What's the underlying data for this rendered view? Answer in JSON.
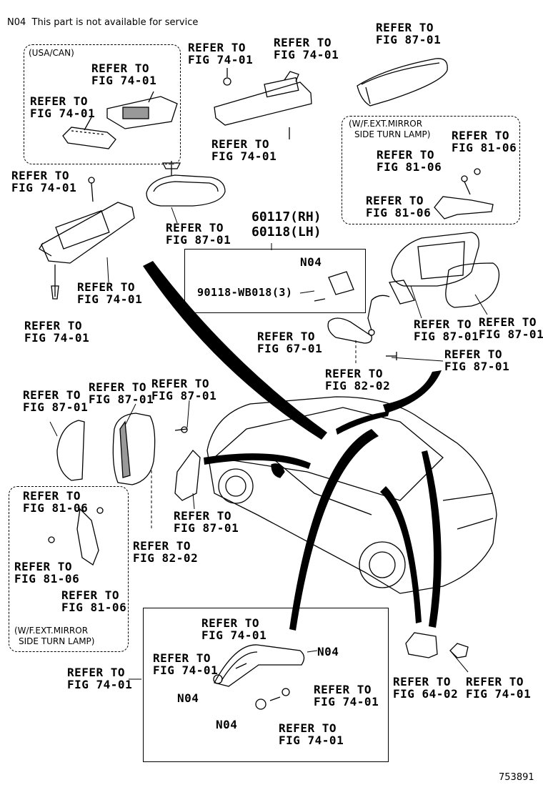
{
  "header_note": "N04  This part is not available for service",
  "diagram_id": "753891",
  "refer": "REFER TO",
  "groups": {
    "usa_can": "(USA/CAN)",
    "mirror_lamp_top": [
      "(W/F.EXT.MIRROR",
      "SIDE TURN LAMP)"
    ],
    "mirror_lamp_bottom": [
      "(W/F.EXT.MIRROR",
      "SIDE TURN LAMP)"
    ]
  },
  "part_numbers": {
    "rh": "60117(RH)",
    "lh": "60118(LH)",
    "clip": "90118-WB018(3)"
  },
  "codes": {
    "n04": "N04"
  },
  "figs": {
    "f7401": "FIG 74-01",
    "f8701": "FIG 87-01",
    "f8106": "FIG 81-06",
    "f6701": "FIG 67-01",
    "f8202": "FIG 82-02",
    "f6402": "FIG 64-02"
  }
}
